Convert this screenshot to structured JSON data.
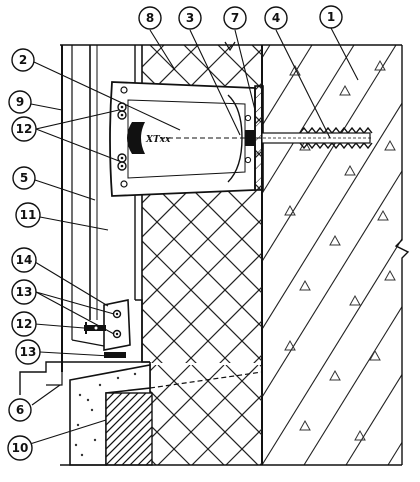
{
  "diagram": {
    "bracket_logo": "ХТхх",
    "callouts": [
      {
        "id": "c1",
        "label": "1"
      },
      {
        "id": "c2",
        "label": "2"
      },
      {
        "id": "c3",
        "label": "3"
      },
      {
        "id": "c4",
        "label": "4"
      },
      {
        "id": "c5",
        "label": "5"
      },
      {
        "id": "c6",
        "label": "6"
      },
      {
        "id": "c7",
        "label": "7"
      },
      {
        "id": "c8",
        "label": "8"
      },
      {
        "id": "c9",
        "label": "9"
      },
      {
        "id": "c10",
        "label": "10"
      },
      {
        "id": "c11",
        "label": "11"
      },
      {
        "id": "c12a",
        "label": "12"
      },
      {
        "id": "c12b",
        "label": "12"
      },
      {
        "id": "c13a",
        "label": "13"
      },
      {
        "id": "c13b",
        "label": "13"
      },
      {
        "id": "c14",
        "label": "14"
      }
    ]
  },
  "colors": {
    "line": "#111111",
    "background": "#ffffff",
    "insulation_line": "#222222",
    "concrete_hatch": "#444444"
  }
}
